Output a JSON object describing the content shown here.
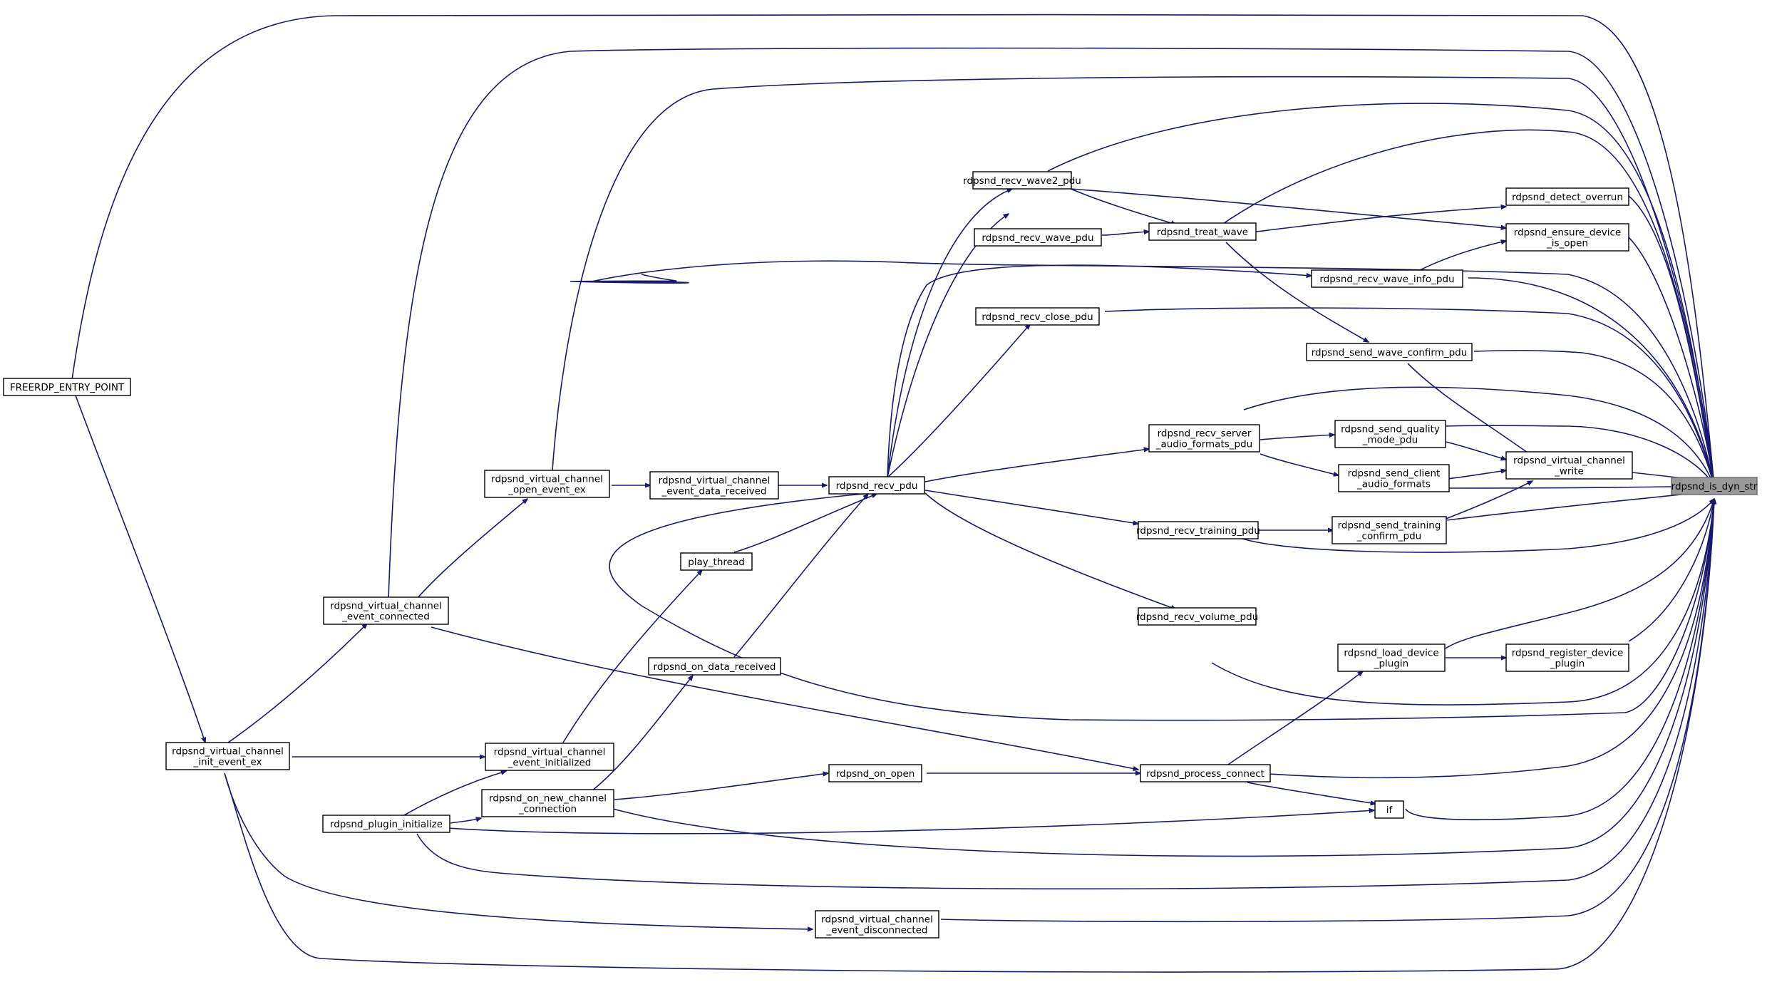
{
  "colors": {
    "edge": "#191970",
    "node_border": "#000000",
    "node_fill": "#ffffff",
    "root_fill": "#999999"
  },
  "nodes": {
    "n_dyn": {
      "lines": [
        "rdpsnd_is_dyn_str"
      ]
    },
    "n_entry": {
      "lines": [
        "FREERDP_ENTRY_POINT"
      ]
    },
    "n_init": {
      "lines": [
        "rdpsnd_virtual_channel",
        "_init_event_ex"
      ]
    },
    "n_connected": {
      "lines": [
        "rdpsnd_virtual_channel",
        "_event_connected"
      ]
    },
    "n_open": {
      "lines": [
        "rdpsnd_virtual_channel",
        "_open_event_ex"
      ]
    },
    "n_datarecv": {
      "lines": [
        "rdpsnd_virtual_channel",
        "_event_data_received"
      ]
    },
    "n_initialized": {
      "lines": [
        "rdpsnd_virtual_channel",
        "_event_initialized"
      ]
    },
    "n_pluginit": {
      "lines": [
        "rdpsnd_plugin_initialize"
      ]
    },
    "n_newconn": {
      "lines": [
        "rdpsnd_on_new_channel",
        "_connection"
      ]
    },
    "n_disconn": {
      "lines": [
        "rdpsnd_virtual_channel",
        "_event_disconnected"
      ]
    },
    "n_play": {
      "lines": [
        "play_thread"
      ]
    },
    "n_ondata": {
      "lines": [
        "rdpsnd_on_data_received"
      ]
    },
    "n_onopen": {
      "lines": [
        "rdpsnd_on_open"
      ]
    },
    "n_recvpdu": {
      "lines": [
        "rdpsnd_recv_pdu"
      ]
    },
    "n_wave2": {
      "lines": [
        "rdpsnd_recv_wave2_pdu"
      ]
    },
    "n_wave": {
      "lines": [
        "rdpsnd_recv_wave_pdu"
      ]
    },
    "n_close": {
      "lines": [
        "rdpsnd_recv_close_pdu"
      ]
    },
    "n_treat": {
      "lines": [
        "rdpsnd_treat_wave"
      ]
    },
    "n_formats": {
      "lines": [
        "rdpsnd_recv_server",
        "_audio_formats_pdu"
      ]
    },
    "n_training": {
      "lines": [
        "rdpsnd_recv_training_pdu"
      ]
    },
    "n_volume": {
      "lines": [
        "rdpsnd_recv_volume_pdu"
      ]
    },
    "n_procconn": {
      "lines": [
        "rdpsnd_process_connect"
      ]
    },
    "n_if": {
      "lines": [
        "if"
      ]
    },
    "n_waveinfo": {
      "lines": [
        "rdpsnd_recv_wave_info_pdu"
      ]
    },
    "n_confirm": {
      "lines": [
        "rdpsnd_send_wave_confirm_pdu"
      ]
    },
    "n_quality": {
      "lines": [
        "rdpsnd_send_quality",
        "_mode_pdu"
      ]
    },
    "n_client": {
      "lines": [
        "rdpsnd_send_client",
        "_audio_formats"
      ]
    },
    "n_sendtrain": {
      "lines": [
        "rdpsnd_send_training",
        "_confirm_pdu"
      ]
    },
    "n_loaddev": {
      "lines": [
        "rdpsnd_load_device",
        "_plugin"
      ]
    },
    "n_overrun": {
      "lines": [
        "rdpsnd_detect_overrun"
      ]
    },
    "n_ensure": {
      "lines": [
        "rdpsnd_ensure_device",
        "_is_open"
      ]
    },
    "n_write": {
      "lines": [
        "rdpsnd_virtual_channel",
        "_write"
      ]
    },
    "n_regdev": {
      "lines": [
        "rdpsnd_register_device",
        "_plugin"
      ]
    }
  }
}
